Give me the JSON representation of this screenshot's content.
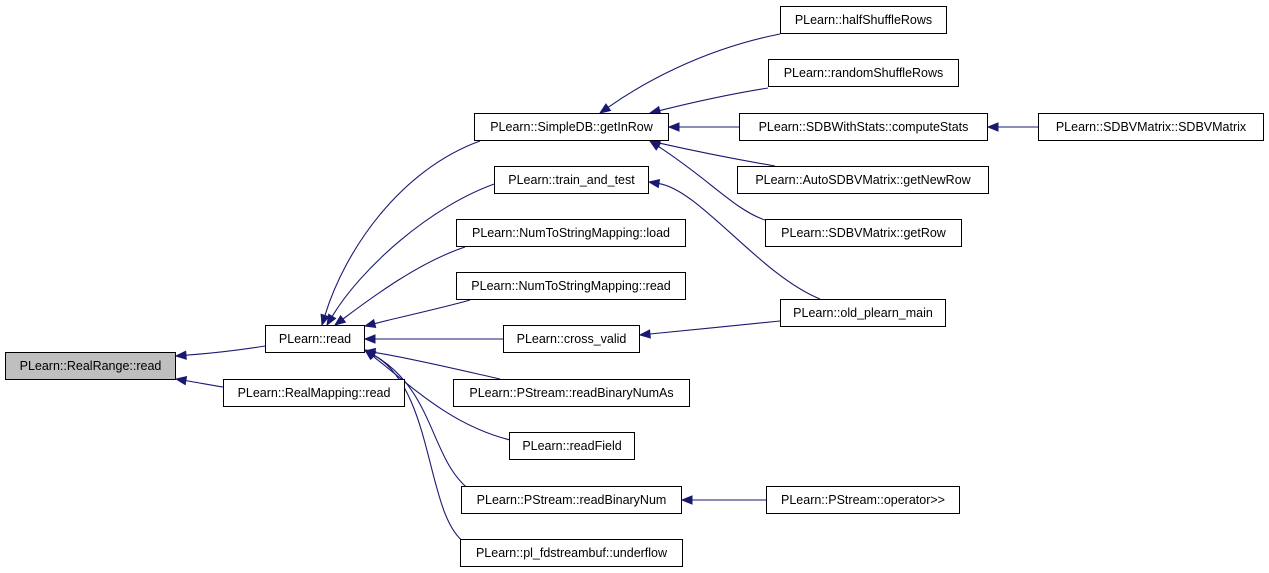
{
  "graph": {
    "type": "caller-graph",
    "colors": {
      "edge": "#191970",
      "root_fill": "#bfbfbf",
      "node_fill": "#ffffff",
      "border": "#000000"
    },
    "nodes": [
      {
        "id": "realrange_read",
        "label": "PLearn::RealRange::read",
        "root": true
      },
      {
        "id": "read",
        "label": "PLearn::read"
      },
      {
        "id": "realmapping_read",
        "label": "PLearn::RealMapping::read"
      },
      {
        "id": "getinrow",
        "label": "PLearn::SimpleDB::getInRow"
      },
      {
        "id": "train_and_test",
        "label": "PLearn::train_and_test"
      },
      {
        "id": "ntsm_load",
        "label": "PLearn::NumToStringMapping::load"
      },
      {
        "id": "ntsm_read",
        "label": "PLearn::NumToStringMapping::read"
      },
      {
        "id": "cross_valid",
        "label": "PLearn::cross_valid"
      },
      {
        "id": "readbinarynumas",
        "label": "PLearn::PStream::readBinaryNumAs"
      },
      {
        "id": "readfield",
        "label": "PLearn::readField"
      },
      {
        "id": "readbinarynum",
        "label": "PLearn::PStream::readBinaryNum"
      },
      {
        "id": "underflow",
        "label": "PLearn::pl_fdstreambuf::underflow"
      },
      {
        "id": "halfshufflerows",
        "label": "PLearn::halfShuffleRows"
      },
      {
        "id": "randomshufflerows",
        "label": "PLearn::randomShuffleRows"
      },
      {
        "id": "computestats",
        "label": "PLearn::SDBWithStats::computeStats"
      },
      {
        "id": "autosdbv_getnewrow",
        "label": "PLearn::AutoSDBVMatrix::getNewRow"
      },
      {
        "id": "sdbv_getrow",
        "label": "PLearn::SDBVMatrix::getRow"
      },
      {
        "id": "old_plearn_main",
        "label": "PLearn::old_plearn_main"
      },
      {
        "id": "operator_shr",
        "label": "PLearn::PStream::operator>>"
      },
      {
        "id": "sdbvmatrix_ctor",
        "label": "PLearn::SDBVMatrix::SDBVMatrix"
      }
    ],
    "edges": [
      {
        "from": "read",
        "to": "realrange_read"
      },
      {
        "from": "realmapping_read",
        "to": "realrange_read"
      },
      {
        "from": "getinrow",
        "to": "read"
      },
      {
        "from": "train_and_test",
        "to": "read"
      },
      {
        "from": "ntsm_load",
        "to": "read"
      },
      {
        "from": "ntsm_read",
        "to": "read"
      },
      {
        "from": "cross_valid",
        "to": "read"
      },
      {
        "from": "readbinarynumas",
        "to": "read"
      },
      {
        "from": "readfield",
        "to": "read"
      },
      {
        "from": "readbinarynum",
        "to": "read"
      },
      {
        "from": "underflow",
        "to": "read"
      },
      {
        "from": "halfshufflerows",
        "to": "getinrow"
      },
      {
        "from": "randomshufflerows",
        "to": "getinrow"
      },
      {
        "from": "computestats",
        "to": "getinrow"
      },
      {
        "from": "autosdbv_getnewrow",
        "to": "getinrow"
      },
      {
        "from": "sdbv_getrow",
        "to": "getinrow"
      },
      {
        "from": "old_plearn_main",
        "to": "train_and_test"
      },
      {
        "from": "old_plearn_main",
        "to": "cross_valid"
      },
      {
        "from": "operator_shr",
        "to": "readbinarynum"
      },
      {
        "from": "sdbvmatrix_ctor",
        "to": "computestats"
      }
    ]
  }
}
